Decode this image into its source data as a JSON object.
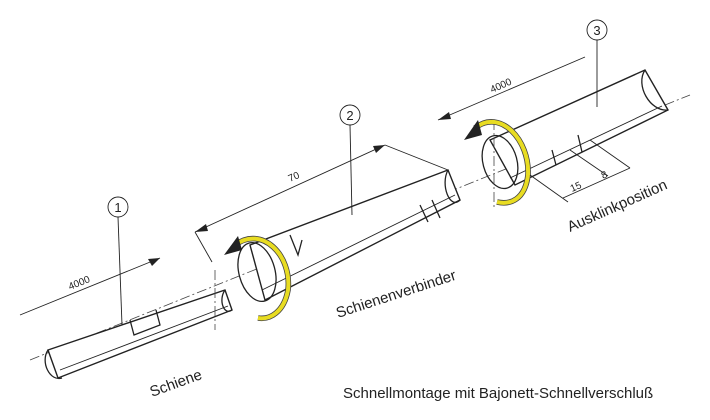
{
  "caption": "Schnellmontage mit Bajonett-Schnellverschluß",
  "parts": [
    {
      "number": "1",
      "label": "Schiene",
      "dimension": "4000"
    },
    {
      "number": "2",
      "label": "Schienenverbinder",
      "dimension": "70"
    },
    {
      "number": "3",
      "label": "Ausklinkposition",
      "dimension": "4000",
      "sub_dimensions": [
        "15",
        "8"
      ]
    }
  ],
  "colors": {
    "rotation_arrow": "#e8dc22",
    "line": "#222222"
  }
}
